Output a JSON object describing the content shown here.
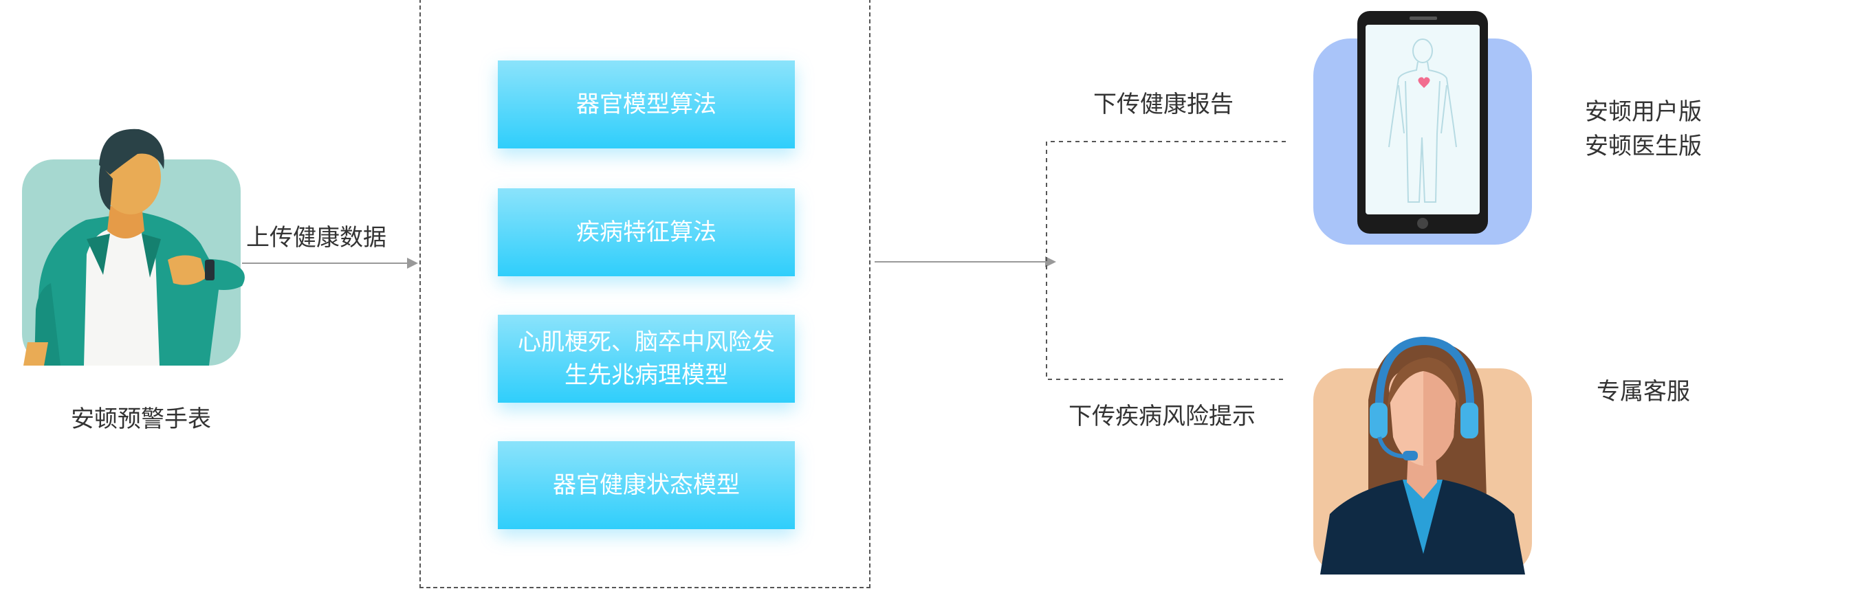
{
  "left": {
    "device_label": "安顿预警手表",
    "upload_label": "上传健康数据"
  },
  "center": {
    "models": [
      {
        "lines": [
          "器官模型算法"
        ]
      },
      {
        "lines": [
          "疾病特征算法"
        ]
      },
      {
        "lines": [
          "心肌梗死、脑卒中风险发",
          "生先兆病理模型"
        ]
      },
      {
        "lines": [
          "器官健康状态模型"
        ]
      }
    ]
  },
  "right": {
    "report_label": "下传健康报告",
    "risk_label": "下传疾病风险提示",
    "app_versions": [
      "安顿用户版",
      "安顿医生版"
    ],
    "service_label": "专属客服"
  },
  "colors": {
    "model_gradient_top": "#8be3fb",
    "model_gradient_bottom": "#2fcefb",
    "watch_user_bg": "#a6d8d0",
    "phone_bg": "#a9c4f9",
    "service_bg": "#f2c7a0"
  },
  "icons": [
    "watch-user-illustration",
    "phone-body-scan-illustration",
    "customer-service-agent-illustration"
  ]
}
